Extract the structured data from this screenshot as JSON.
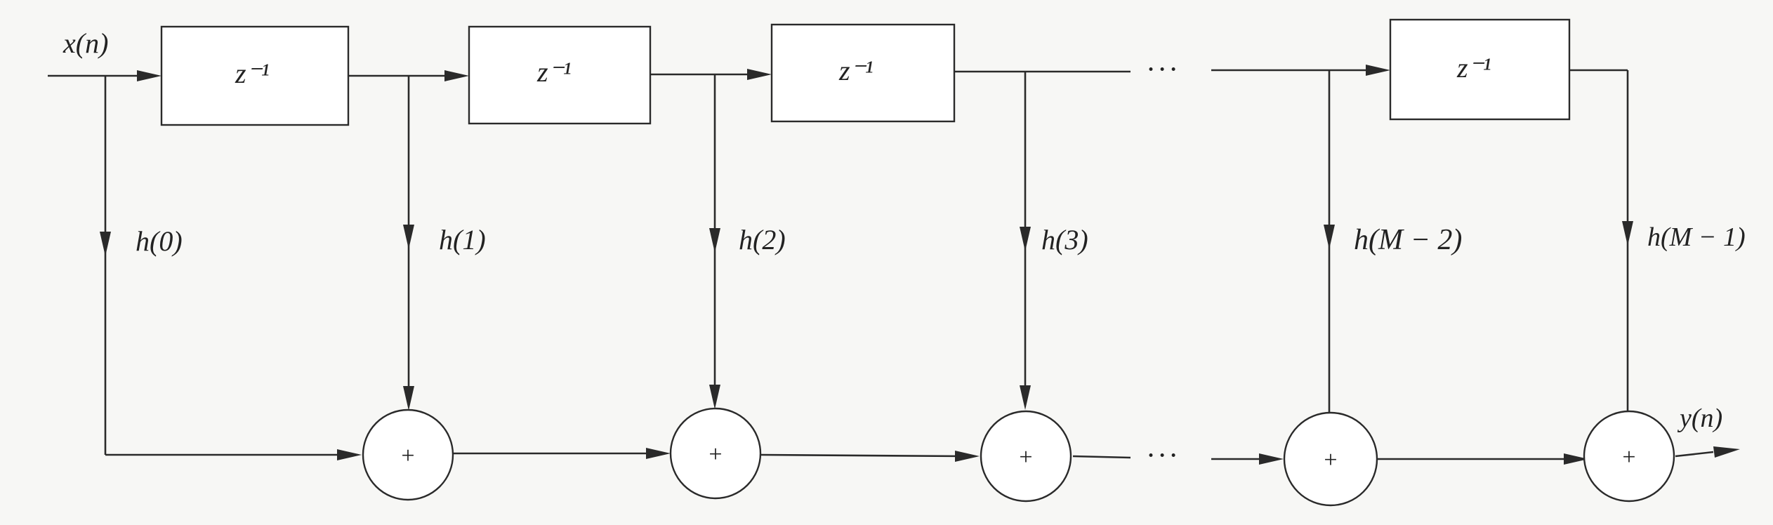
{
  "input_label": "x(n)",
  "output_label": "y(n)",
  "delay_label": "z⁻¹",
  "adder_symbol": "+",
  "ellipsis": "···",
  "coefficients": [
    "h(0)",
    "h(1)",
    "h(2)",
    "h(3)",
    "h(M − 2)",
    "h(M − 1)"
  ],
  "line_color": "#2a2a2a",
  "background_color": "#f7f7f5"
}
